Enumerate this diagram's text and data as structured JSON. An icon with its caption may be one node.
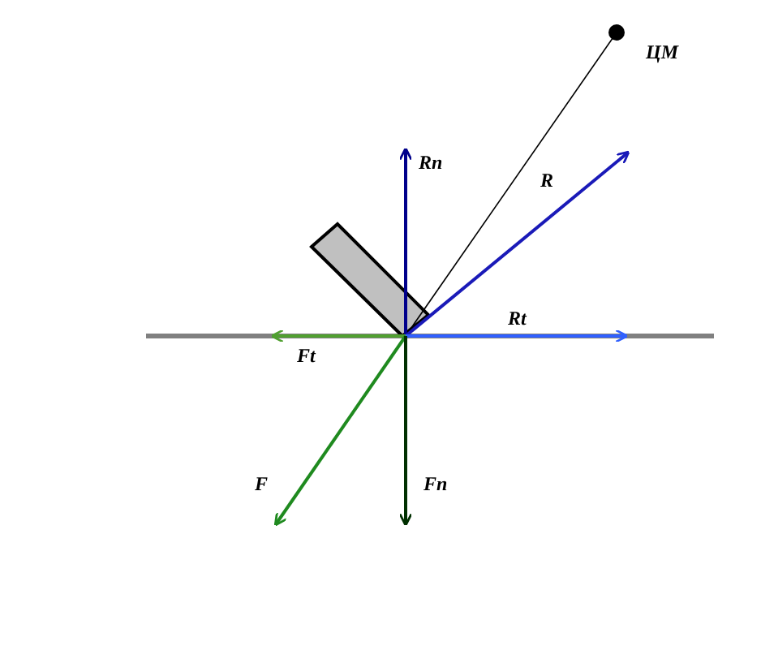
{
  "diagram": {
    "labels": [
      "ЦМ",
      "Rn",
      "R",
      "Rt",
      "Ft",
      "F",
      "Fn"
    ]
  }
}
